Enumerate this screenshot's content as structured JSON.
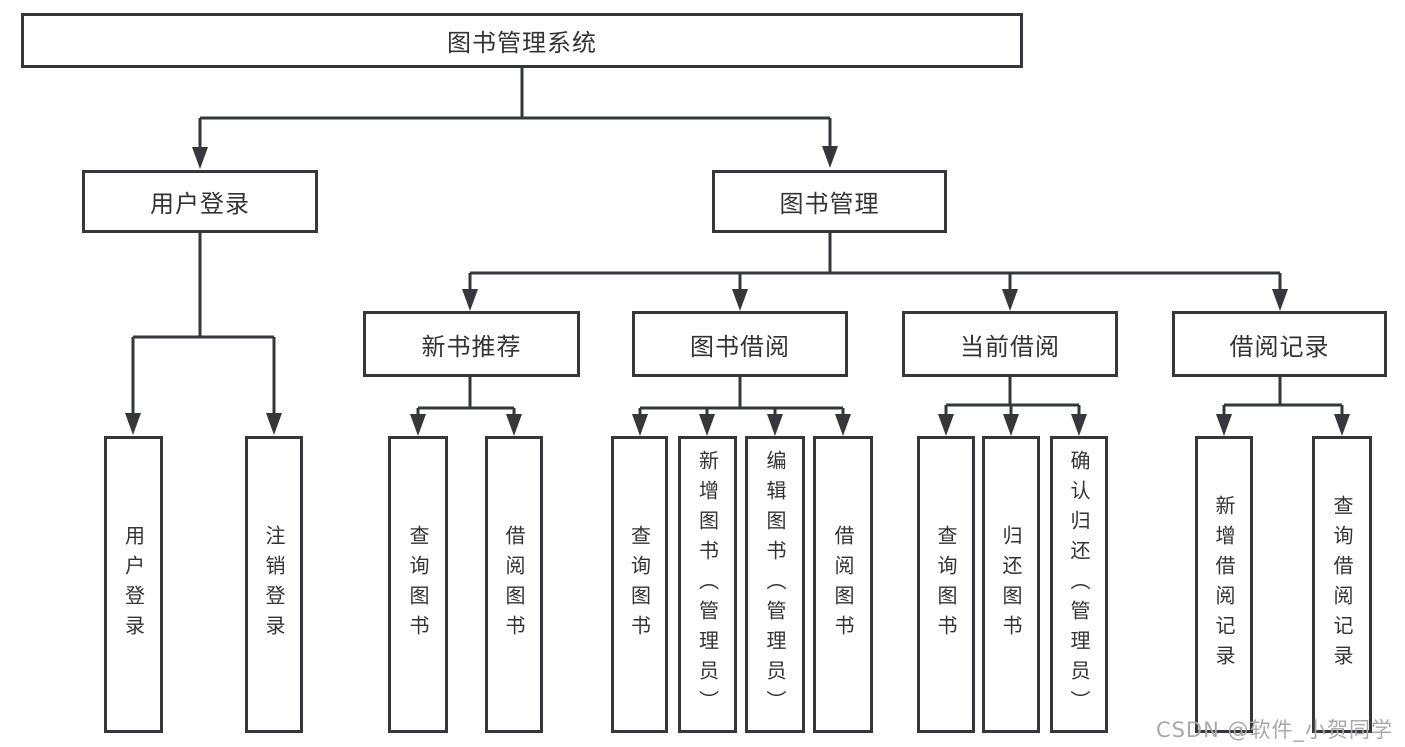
{
  "diagram": {
    "title": "图书管理系统",
    "level2": [
      {
        "label": "用户登录"
      },
      {
        "label": "图书管理"
      }
    ],
    "level3": [
      {
        "label": "新书推荐"
      },
      {
        "label": "图书借阅"
      },
      {
        "label": "当前借阅"
      },
      {
        "label": "借阅记录"
      }
    ],
    "leaves": [
      {
        "label": "用户登录"
      },
      {
        "label": "注销登录"
      },
      {
        "label": "查询图书"
      },
      {
        "label": "借阅图书"
      },
      {
        "label": "查询图书"
      },
      {
        "label": "新增图书（管理员）"
      },
      {
        "label": "编辑图书（管理员）"
      },
      {
        "label": "借阅图书"
      },
      {
        "label": "查询图书"
      },
      {
        "label": "归还图书"
      },
      {
        "label": "确认归还（管理员）"
      },
      {
        "label": "新增借阅记录"
      },
      {
        "label": "查询借阅记录"
      }
    ]
  },
  "watermark": "CSDN @软件_小贺同学",
  "colors": {
    "line": "#36373b",
    "text": "#333333",
    "watermark": "#a9a9a9"
  }
}
